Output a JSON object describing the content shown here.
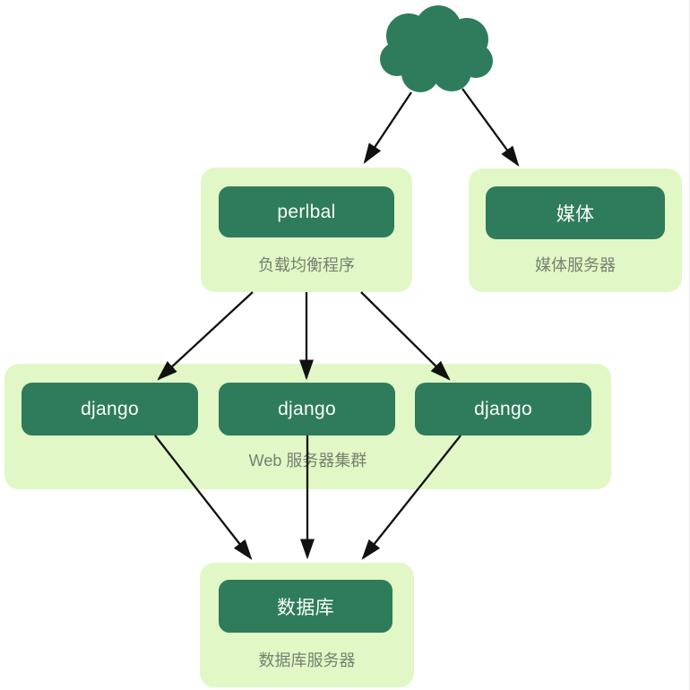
{
  "colors": {
    "node_dark_green": "#2e7c5b",
    "container_light_green": "#e1f8c6",
    "caption_gray": "#76806f",
    "arrow_black": "#111111",
    "background": "#ffffff"
  },
  "icons": {
    "cloud": "cloud-icon"
  },
  "nodes": {
    "load_balancer": {
      "box_label": "perlbal",
      "caption": "负载均衡程序"
    },
    "media_server": {
      "box_label": "媒体",
      "caption": "媒体服务器"
    },
    "web_cluster": {
      "caption": "Web 服务器集群",
      "servers": [
        {
          "box_label": "django"
        },
        {
          "box_label": "django"
        },
        {
          "box_label": "django"
        }
      ]
    },
    "database": {
      "box_label": "数据库",
      "caption": "数据库服务器"
    }
  },
  "edges": [
    {
      "from": "cloud",
      "to": "load_balancer"
    },
    {
      "from": "cloud",
      "to": "media_server"
    },
    {
      "from": "load_balancer",
      "to": "web_cluster.servers.0"
    },
    {
      "from": "load_balancer",
      "to": "web_cluster.servers.1"
    },
    {
      "from": "load_balancer",
      "to": "web_cluster.servers.2"
    },
    {
      "from": "web_cluster.servers.0",
      "to": "database"
    },
    {
      "from": "web_cluster.servers.1",
      "to": "database"
    },
    {
      "from": "web_cluster.servers.2",
      "to": "database"
    }
  ]
}
